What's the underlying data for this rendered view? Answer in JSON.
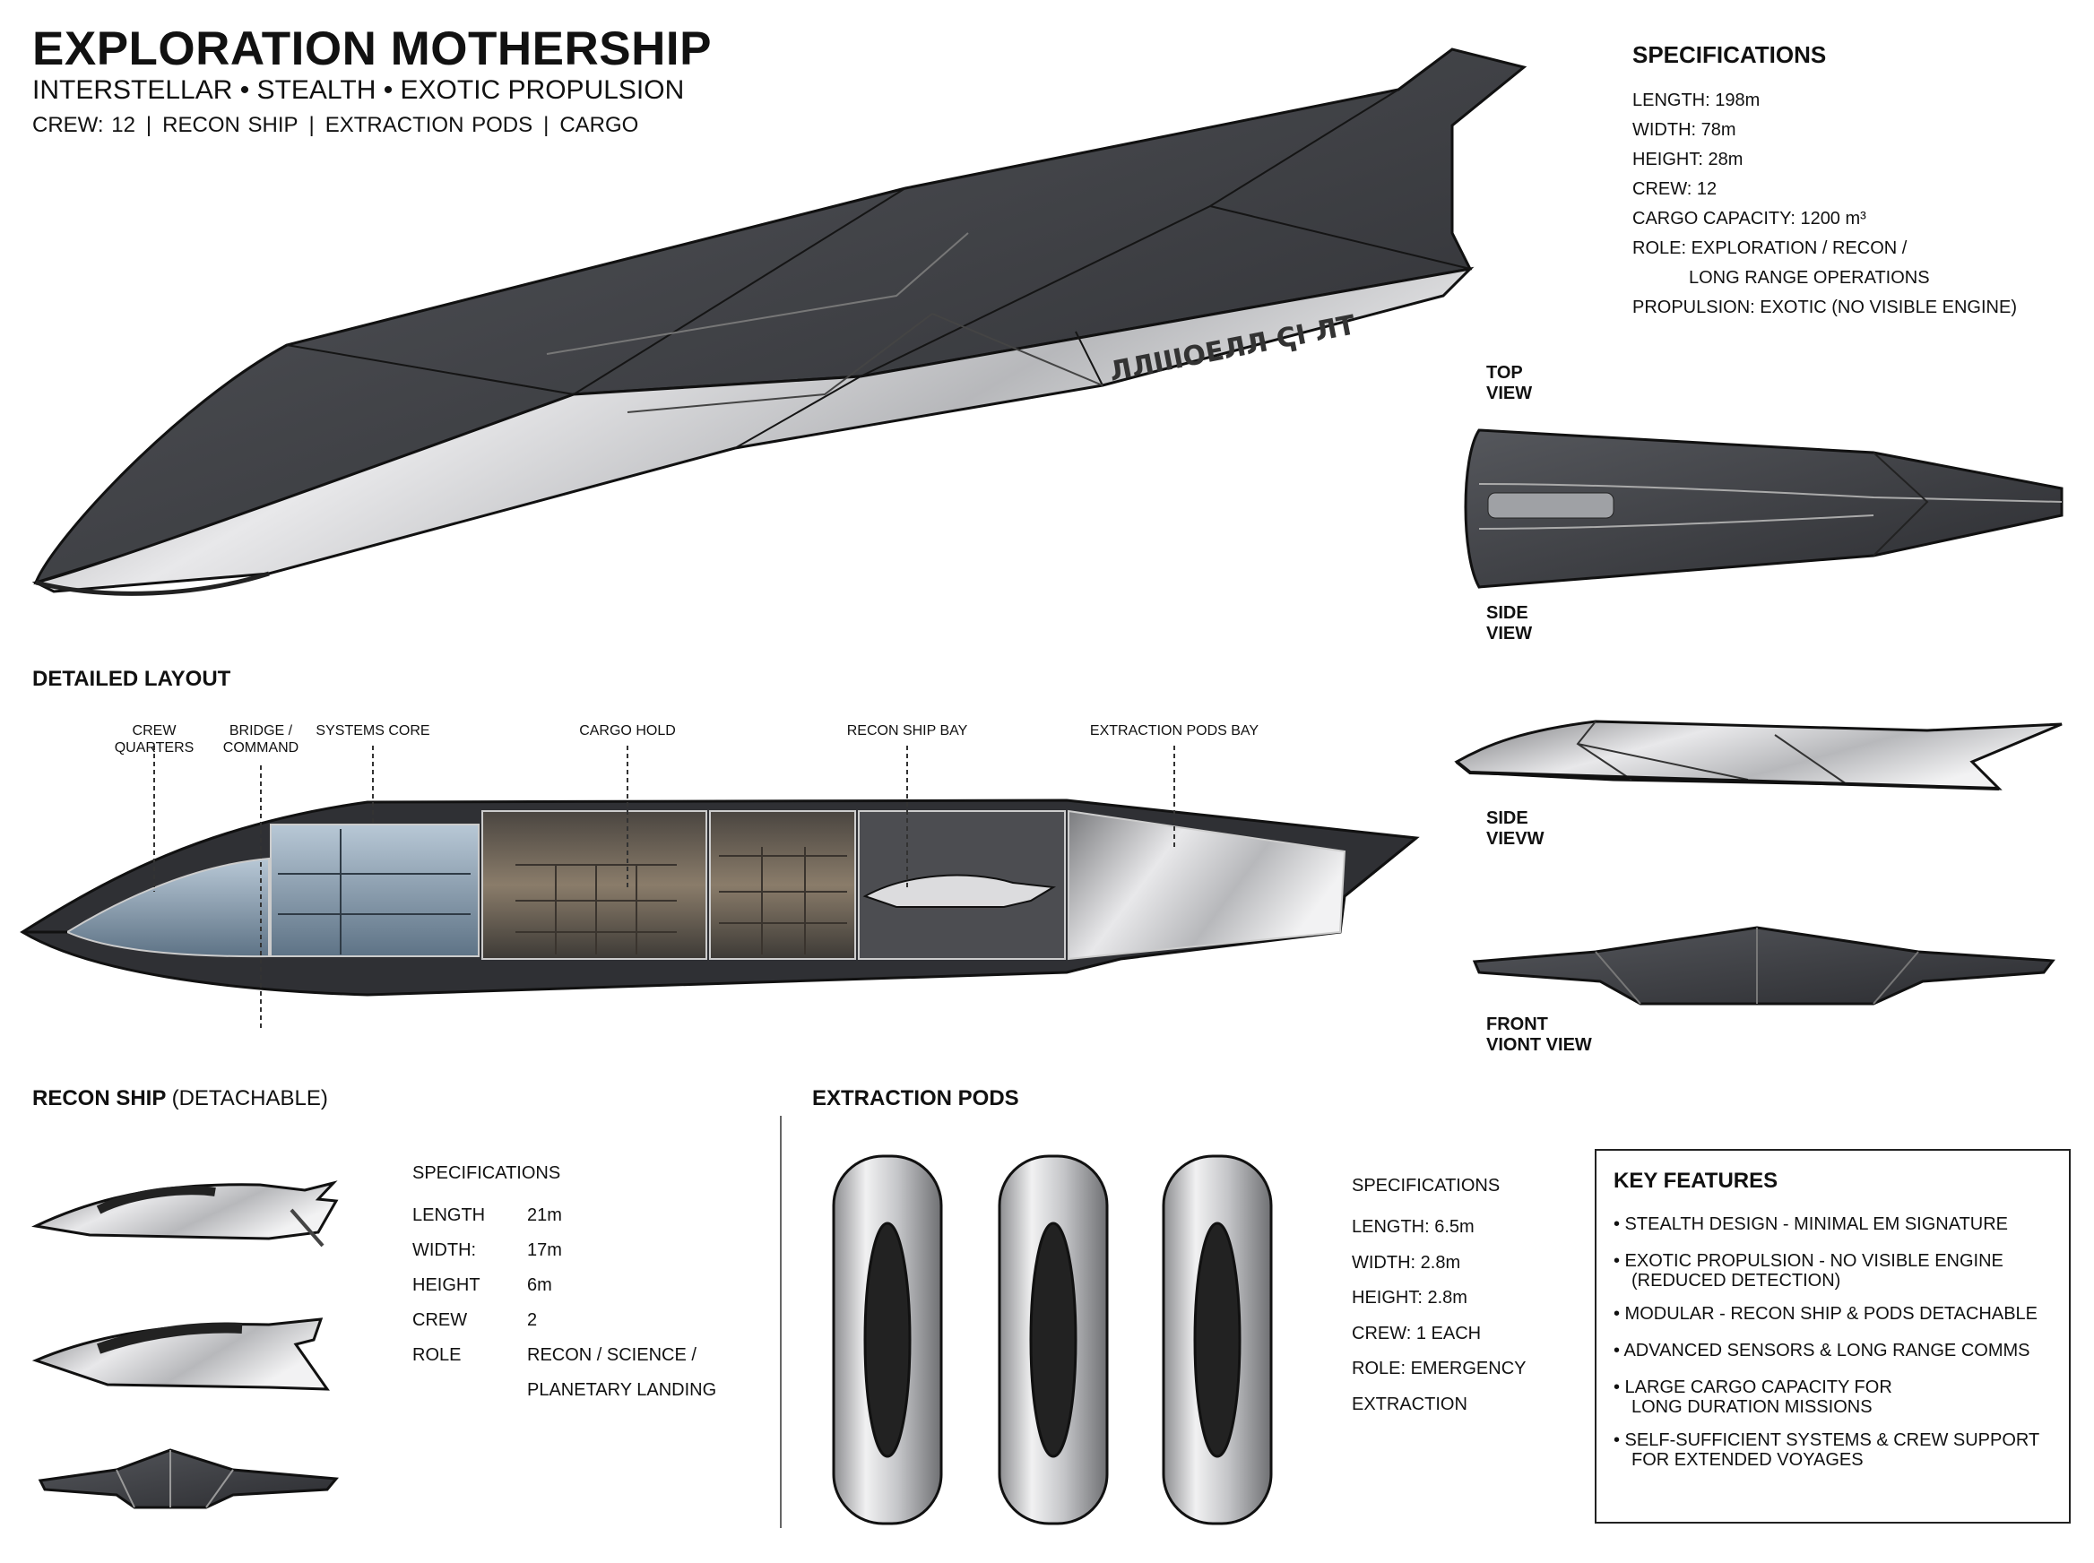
{
  "header": {
    "title": "EXPLORATION MOTHERSHIP",
    "subtitle": "INTERSTELLAR • STEALTH • EXOTIC PROPULSION",
    "crew_items": [
      "CREW: 12",
      "RECON SHIP",
      "EXTRACTION PODS",
      "CARGO"
    ],
    "separator": "|"
  },
  "specifications": {
    "title": "SPECIFICATIONS",
    "lines": [
      "LENGTH: 198m",
      "WIDTH: 78m",
      "HEIGHT: 28m",
      "CREW: 12",
      "CARGO CAPACITY: 1200 m³",
      "ROLE: EXPLORATION / RECON /",
      "LONG RANGE OPERATIONS",
      "PROPULSION: EXOTIC (NO VISIBLE ENGINE)"
    ]
  },
  "views": {
    "top": [
      "TOP",
      "VIEW"
    ],
    "side1": [
      "SIDE",
      "VIEW"
    ],
    "side2": [
      "SIDE",
      "VIEVW"
    ],
    "front": [
      "FRONT",
      "VIONT VIEW"
    ]
  },
  "hull_marking": "ЛЛІІІОЕЛЛ ҀІ ЛТ",
  "layout": {
    "title": "DETAILED LAYOUT",
    "callouts": [
      {
        "lines": [
          "CREW QUARTERS"
        ]
      },
      {
        "lines": [
          "BRIDGE /",
          "COMMAND"
        ]
      },
      {
        "lines": [
          "SYSTEMS CORE"
        ]
      },
      {
        "lines": [
          "CARGO HOLD"
        ]
      },
      {
        "lines": [
          "RECON SHIP BAY"
        ]
      },
      {
        "lines": [
          "EXTRACTION PODS BAY"
        ]
      }
    ]
  },
  "recon": {
    "title": "RECON SHIP",
    "title_suffix": "(DETACHABLE)",
    "spec_heading": "SPECIFICATIONS",
    "specs": [
      {
        "k": "LENGTH",
        "v": "21m"
      },
      {
        "k": "WIDTH:",
        "v": "17m"
      },
      {
        "k": "HEIGHT",
        "v": "6m"
      },
      {
        "k": "CREW",
        "v": "2"
      },
      {
        "k": "ROLE",
        "v": "RECON / SCIENCE /"
      },
      {
        "k": "",
        "v": "PLANETARY LANDING"
      }
    ]
  },
  "pods": {
    "title": "EXTRACTION PODS",
    "spec_heading": "SPECIFICATIONS",
    "specs": [
      "LENGTH: 6.5m",
      "WIDTH: 2.8m",
      "HEIGHT: 2.8m",
      "CREW: 1 EACH",
      "ROLE: EMERGENCY",
      "EXTRACTION"
    ]
  },
  "key_features": {
    "title": "KEY FEATURES",
    "items": [
      {
        "l1": "• STEALTH DESIGN - MINIMAL EM SIGNATURE",
        "l2": ""
      },
      {
        "l1": "• EXOTIC PROPULSION - NO VISIBLE ENGINE",
        "l2": "(REDUCED DETECTION)"
      },
      {
        "l1": "• MODULAR - RECON SHIP & PODS DETACHABLE",
        "l2": ""
      },
      {
        "l1": "• ADVANCED SENSORS & LONG RANGE COMMS",
        "l2": ""
      },
      {
        "l1": "• LARGE CARGO CAPACITY FOR",
        "l2": "LONG DURATION MISSIONS"
      },
      {
        "l1": "• SELF-SUFFICIENT SYSTEMS & CREW SUPPORT",
        "l2": "FOR EXTENDED VOYAGES"
      }
    ]
  },
  "colors": {
    "hull_dark": "#3a3b3f",
    "hull_light": "#c9cacc",
    "interior_blue": "#8fa7bd",
    "cargo_brown": "#8a7c6a"
  }
}
